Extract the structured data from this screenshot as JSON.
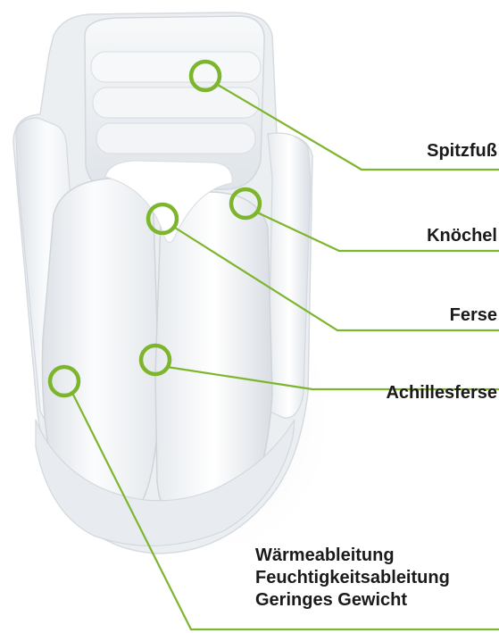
{
  "callouts": {
    "spitzfuss": "Spitzfuß",
    "knoechel": "Knöchel",
    "ferse": "Ferse",
    "achillesferse": "Achillesferse"
  },
  "features": [
    "Wärmeableitung",
    "Feuchtigkeitsableitung",
    "Geringes Gewicht"
  ],
  "colors": {
    "accent": "#7db52c",
    "cushion": "#f3f5f7",
    "cushion_shadow": "#d5dae0",
    "text": "#1a1a1a"
  }
}
